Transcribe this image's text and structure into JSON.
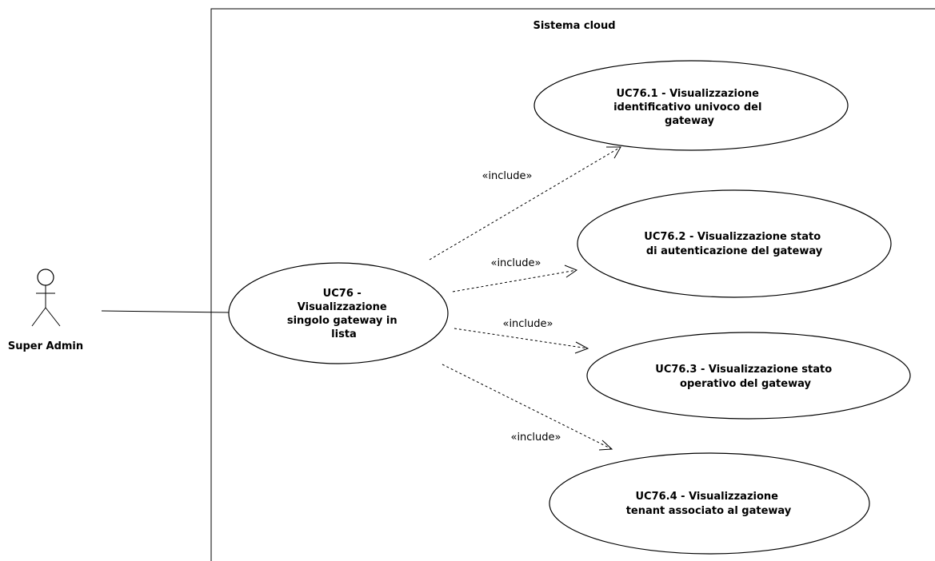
{
  "system": {
    "title": "Sistema cloud"
  },
  "actor": {
    "name": "Super Admin"
  },
  "main_use_case": {
    "lines": [
      "UC76 -",
      "Visualizzazione",
      "singolo gateway in",
      "lista"
    ]
  },
  "included_use_cases": [
    {
      "id": "uc76-1",
      "lines": [
        "UC76.1 - Visualizzazione",
        "identificativo univoco del",
        "gateway"
      ]
    },
    {
      "id": "uc76-2",
      "lines": [
        "UC76.2 - Visualizzazione stato",
        "di autenticazione del gateway"
      ]
    },
    {
      "id": "uc76-3",
      "lines": [
        "UC76.3 - Visualizzazione stato",
        "operativo del gateway"
      ]
    },
    {
      "id": "uc76-4",
      "lines": [
        "UC76.4 - Visualizzazione",
        "tenant associato al gateway"
      ]
    }
  ],
  "relations": [
    {
      "label": "«include»",
      "target": "uc76-1"
    },
    {
      "label": "«include»",
      "target": "uc76-2"
    },
    {
      "label": "«include»",
      "target": "uc76-3"
    },
    {
      "label": "«include»",
      "target": "uc76-4"
    }
  ]
}
